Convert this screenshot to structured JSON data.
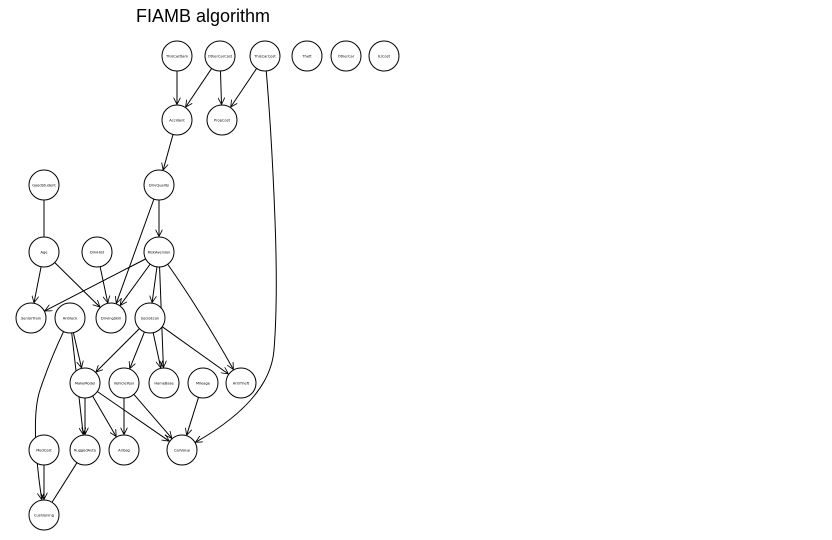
{
  "title": "FIAMB algorithm",
  "colors": {
    "stroke": "#000000",
    "background": "#ffffff"
  },
  "nodes": [
    {
      "id": "ThisCarDam",
      "label": "ThisCarDam"
    },
    {
      "id": "OtherCarCost",
      "label": "OtherCarCost"
    },
    {
      "id": "ThisCarCost",
      "label": "ThisCarCost"
    },
    {
      "id": "Theft",
      "label": "Theft"
    },
    {
      "id": "OtherCar",
      "label": "OtherCar"
    },
    {
      "id": "ILiCost",
      "label": "ILiCost"
    },
    {
      "id": "Accident",
      "label": "Accident"
    },
    {
      "id": "PropCost",
      "label": "PropCost"
    },
    {
      "id": "GoodStudent",
      "label": "GoodStudent"
    },
    {
      "id": "DrivQuality",
      "label": "DrivQuality"
    },
    {
      "id": "Age",
      "label": "Age"
    },
    {
      "id": "DrivHist",
      "label": "DrivHist"
    },
    {
      "id": "RiskAversion",
      "label": "RiskAversion"
    },
    {
      "id": "SeniorTrain",
      "label": "SeniorTrain"
    },
    {
      "id": "Antilock",
      "label": "Antilock"
    },
    {
      "id": "DrivingSkill",
      "label": "DrivingSkill"
    },
    {
      "id": "SocioEcon",
      "label": "SocioEcon"
    },
    {
      "id": "MakeModel",
      "label": "MakeModel"
    },
    {
      "id": "VehicleYear",
      "label": "VehicleYear"
    },
    {
      "id": "HomeBase",
      "label": "HomeBase"
    },
    {
      "id": "Mileage",
      "label": "Mileage"
    },
    {
      "id": "AntiTheft",
      "label": "AntiTheft"
    },
    {
      "id": "MedCost",
      "label": "MedCost"
    },
    {
      "id": "RuggedAuto",
      "label": "RuggedAuto"
    },
    {
      "id": "Airbag",
      "label": "Airbag"
    },
    {
      "id": "CarValue",
      "label": "CarValue"
    },
    {
      "id": "Cushioning",
      "label": "Cushioning"
    }
  ],
  "edges": [
    {
      "from": "ThisCarDam",
      "to": "Accident",
      "directed": true
    },
    {
      "from": "OtherCarCost",
      "to": "Accident",
      "directed": true
    },
    {
      "from": "OtherCarCost",
      "to": "PropCost",
      "directed": true
    },
    {
      "from": "ThisCarCost",
      "to": "PropCost",
      "directed": true
    },
    {
      "from": "ThisCarCost",
      "to": "CarValue",
      "directed": true
    },
    {
      "from": "Accident",
      "to": "DrivQuality",
      "directed": true
    },
    {
      "from": "DrivQuality",
      "to": "RiskAversion",
      "directed": true
    },
    {
      "from": "DrivQuality",
      "to": "DrivingSkill",
      "directed": true
    },
    {
      "from": "GoodStudent",
      "to": "Age",
      "directed": false
    },
    {
      "from": "Age",
      "to": "SeniorTrain",
      "directed": true
    },
    {
      "from": "Age",
      "to": "DrivingSkill",
      "directed": true
    },
    {
      "from": "DrivHist",
      "to": "DrivingSkill",
      "directed": true
    },
    {
      "from": "RiskAversion",
      "to": "SeniorTrain",
      "directed": true
    },
    {
      "from": "RiskAversion",
      "to": "DrivingSkill",
      "directed": true
    },
    {
      "from": "RiskAversion",
      "to": "SocioEcon",
      "directed": true
    },
    {
      "from": "RiskAversion",
      "to": "HomeBase",
      "directed": true
    },
    {
      "from": "RiskAversion",
      "to": "AntiTheft",
      "directed": true
    },
    {
      "from": "SocioEcon",
      "to": "MakeModel",
      "directed": true
    },
    {
      "from": "SocioEcon",
      "to": "VehicleYear",
      "directed": true
    },
    {
      "from": "SocioEcon",
      "to": "HomeBase",
      "directed": true
    },
    {
      "from": "SocioEcon",
      "to": "AntiTheft",
      "directed": true
    },
    {
      "from": "Antilock",
      "to": "MakeModel",
      "directed": true
    },
    {
      "from": "Antilock",
      "to": "RuggedAuto",
      "directed": true
    },
    {
      "from": "Antilock",
      "to": "Cushioning",
      "directed": true
    },
    {
      "from": "MakeModel",
      "to": "RuggedAuto",
      "directed": true
    },
    {
      "from": "MakeModel",
      "to": "Airbag",
      "directed": true
    },
    {
      "from": "MakeModel",
      "to": "CarValue",
      "directed": true
    },
    {
      "from": "VehicleYear",
      "to": "Airbag",
      "directed": true
    },
    {
      "from": "VehicleYear",
      "to": "CarValue",
      "directed": true
    },
    {
      "from": "Mileage",
      "to": "CarValue",
      "directed": true
    },
    {
      "from": "MedCost",
      "to": "Cushioning",
      "directed": true
    },
    {
      "from": "RuggedAuto",
      "to": "Cushioning",
      "directed": false
    }
  ]
}
